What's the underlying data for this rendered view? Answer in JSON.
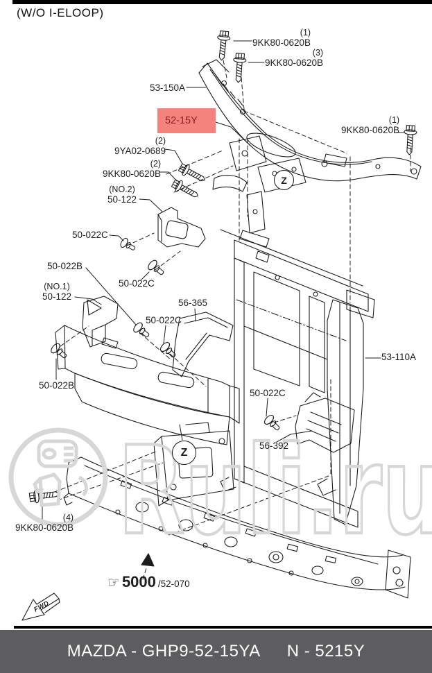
{
  "meta": {
    "variant_note": "(W/O I-ELOOP)"
  },
  "markers": {
    "zoom_section": "Z"
  },
  "callouts": {
    "bolt_top": {
      "qty": "(1)",
      "pn": "9KK80-0620B"
    },
    "bolt_top_inner": {
      "qty": "(3)",
      "pn": "9KK80-0620B"
    },
    "crossmember": {
      "pn": "53-150A"
    },
    "selected_bracket": {
      "pn": "52-15Y"
    },
    "bolt_right": {
      "qty": "(1)",
      "pn": "9KK80-0620B"
    },
    "screw_sensor": {
      "qty": "(2)",
      "pn": "9YA02-0689"
    },
    "bolt_bracket": {
      "qty": "(2)",
      "pn": "9KK80-0620B"
    },
    "seal_no2": {
      "qty": "(NO.2)",
      "pn": "50-122"
    },
    "clip_c_upper": {
      "pn": "50-022C"
    },
    "clip_b_upper": {
      "pn": "50-022B"
    },
    "clip_c_mid": {
      "pn": "50-022C"
    },
    "seal_no1": {
      "qty": "(NO.1)",
      "pn": "50-122"
    },
    "guide_upper": {
      "pn": "56-365"
    },
    "clip_c_center": {
      "pn": "50-022C"
    },
    "radiator_support": {
      "pn": "53-110A"
    },
    "clip_b_lower": {
      "pn": "50-022B"
    },
    "clip_c_lower": {
      "pn": "50-022C"
    },
    "guide_lower": {
      "pn": "56-392"
    },
    "bolt_reinf": {
      "qty": "(4)",
      "pn": "9KK80-0620B"
    },
    "reinforcement_ref": {
      "hand": "☞",
      "pn_bold": "5000",
      "pn_suffix": "/52-070"
    },
    "fwd": {
      "label": "FWD"
    }
  },
  "watermark": {
    "text": "Ruli.ru"
  },
  "footer": {
    "left": "MAZDA - GHP9-52-15YA",
    "right": "N - 5215Y"
  },
  "colors": {
    "highlight_bg": "#f4837d",
    "highlight_text": "#8e1b1e",
    "footer_bg": "#5d5d5f",
    "footer_text": "#ffffff",
    "watermark": "#d7d7d7",
    "line": "#1c1c1c"
  }
}
